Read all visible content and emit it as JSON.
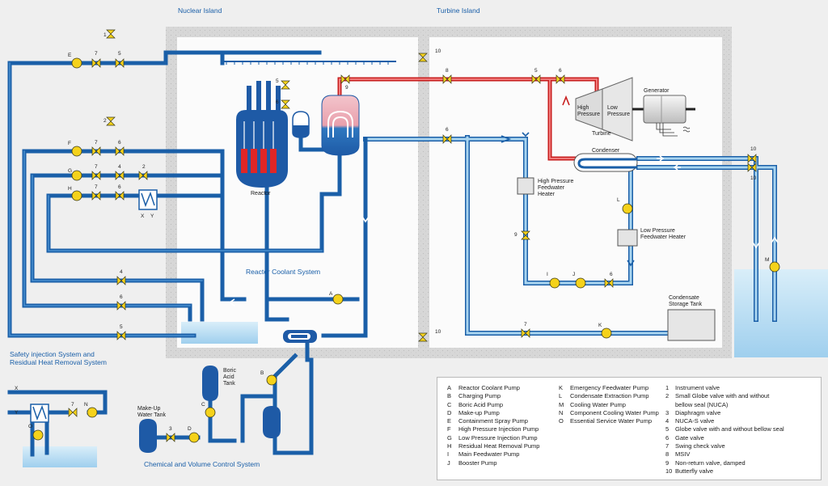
{
  "regions": {
    "nuclear_island": "Nuclear Island",
    "turbine_island": "Turbine Island",
    "reactor_coolant_system": "Reactor Coolant System",
    "safety_injection": "Safety injection System and Residual Heat Removal System",
    "chemical_volume": "Chemical and Volume Control System"
  },
  "components": {
    "reactor": "Reactor",
    "turbine": "Turbine",
    "high_pressure": "High Pressure",
    "low_pressure": "Low Pressure",
    "generator": "Generator",
    "condenser": "Condenser",
    "hp_feedwater_heater": "High Pressure Feedwater Heater",
    "lp_feedwater_heater": "Low Pressure Feedwater Heater",
    "condensate_storage_tank": "Condensate Storage Tank",
    "boric_acid_tank": "Boric Acid Tank",
    "makeup_water_tank": "Make-Up Water Tank"
  },
  "diagram_letters": {
    "x": "X",
    "y": "Y",
    "e": "E",
    "f": "F",
    "g": "G",
    "h": "H",
    "a": "A",
    "b": "B",
    "c": "C",
    "d": "D",
    "i": "I",
    "j": "J",
    "k": "K",
    "l": "L",
    "m": "M",
    "o": "O",
    "n": "N"
  },
  "valve_numbers": {
    "n1": "1",
    "n2": "2",
    "n3": "3",
    "n4": "4",
    "n5": "5",
    "n6": "6",
    "n7": "7",
    "n8": "8",
    "n9": "9",
    "n10": "10"
  },
  "legend": {
    "pumps_left": [
      {
        "key": "A",
        "label": "Reactor Coolant Pump"
      },
      {
        "key": "B",
        "label": "Charging Pump"
      },
      {
        "key": "C",
        "label": "Boric Acid Pump"
      },
      {
        "key": "D",
        "label": "Make-up Pump"
      },
      {
        "key": "E",
        "label": "Containment Spray Pump"
      },
      {
        "key": "F",
        "label": "High Pressure Injection Pump"
      },
      {
        "key": "G",
        "label": "Low Pressure Injection Pump"
      },
      {
        "key": "H",
        "label": "Residual Heat Removal Pump"
      },
      {
        "key": "I",
        "label": "Main Feedwater Pump"
      },
      {
        "key": "J",
        "label": "Booster Pump"
      }
    ],
    "pumps_right": [
      {
        "key": "K",
        "label": "Emergency Feedwater Pump"
      },
      {
        "key": "L",
        "label": "Condensate Extraction Pump"
      },
      {
        "key": "M",
        "label": "Cooling Water Pump"
      },
      {
        "key": "N",
        "label": "Component Cooling Water Pump"
      },
      {
        "key": "O",
        "label": "Essential Service Water Pump"
      }
    ],
    "valves": [
      {
        "key": "1",
        "label": "Instrument valve"
      },
      {
        "key": "2",
        "label": "Small Globe valve with and without"
      },
      {
        "key": "",
        "label": "bellow seal (NUCA)"
      },
      {
        "key": "3",
        "label": "Diaphragm valve"
      },
      {
        "key": "4",
        "label": "NUCA-S valve"
      },
      {
        "key": "5",
        "label": "Globe valve with and without bellow seal"
      },
      {
        "key": "6",
        "label": "Gate valve"
      },
      {
        "key": "7",
        "label": "Swing check valve"
      },
      {
        "key": "8",
        "label": "MSIV"
      },
      {
        "key": "9",
        "label": "Non-return valve, damped"
      },
      {
        "key": "10",
        "label": "Butterfly valve"
      }
    ]
  },
  "colors": {
    "pipe_blue": "#1a5fa8",
    "pipe_light": "#8fc6e8",
    "pipe_red": "#d62b2b",
    "valve_yellow": "#f5d21b",
    "reactor_blue": "#1e5aa6",
    "water": "#bfe0f3"
  }
}
